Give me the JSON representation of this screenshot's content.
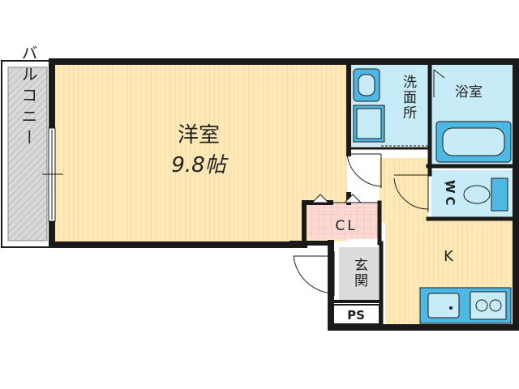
{
  "rooms": {
    "western_room": {
      "name": "洋室",
      "size": "9.8帖"
    },
    "balcony": {
      "name": "バルコニー"
    },
    "washroom": {
      "name": "洗面所"
    },
    "bathroom": {
      "name": "浴室"
    },
    "toilet": {
      "name": "WC"
    },
    "closet": {
      "name": "CL"
    },
    "entrance": {
      "name": "玄関"
    },
    "kitchen": {
      "name": "K"
    },
    "pipe_space": {
      "name": "PS"
    }
  },
  "colors": {
    "wall": "#1a1a1a",
    "wood_floor": "#fde8b8",
    "wood_line": "#f0d59e",
    "tile_floor": "#c8ecf7",
    "closet_floor": "#fbd9d5",
    "entrance_floor": "#dcdcdc",
    "balcony_floor": "#d8d8d8",
    "fixture": "#4cb8e3"
  }
}
